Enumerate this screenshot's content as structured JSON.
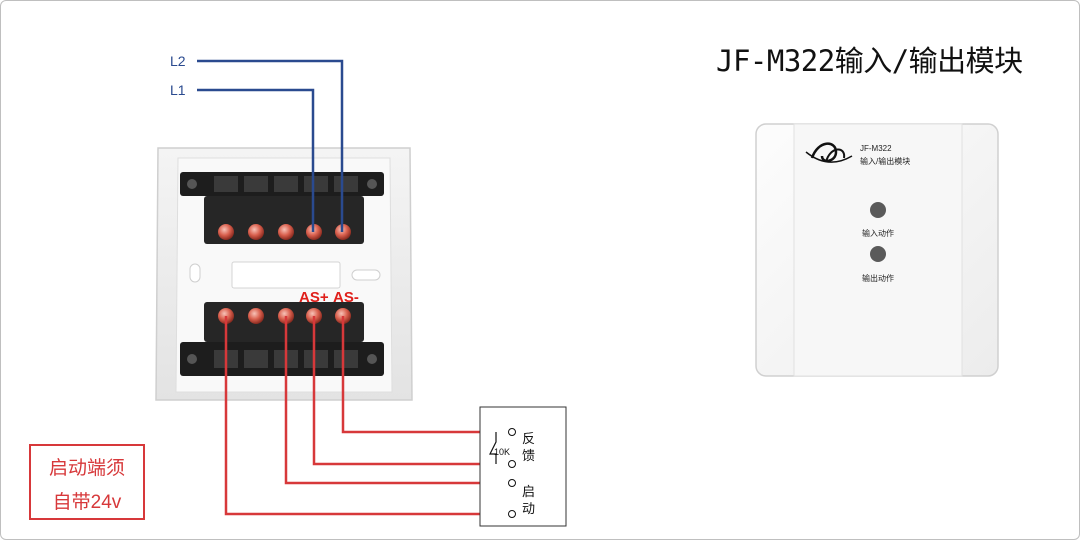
{
  "title": "JF-M322输入/输出模块",
  "wires": {
    "l2": "L2",
    "l1": "L1"
  },
  "terminals": {
    "as_plus": "AS+",
    "as_minus": "AS-"
  },
  "note": {
    "line1": "启动端须",
    "line2": "自带24v"
  },
  "connection_box": {
    "resistor": "10K",
    "feedback_1": "反",
    "feedback_2": "馈",
    "start_1": "启",
    "start_2": "动"
  },
  "module_panel": {
    "model": "JF-M322",
    "name": "输入/输出模块",
    "input_led": "输入动作",
    "output_led": "输出动作"
  },
  "colors": {
    "wire_blue": "#2a4a8f",
    "wire_red": "#d7383a",
    "label_red": "#e0201b"
  }
}
